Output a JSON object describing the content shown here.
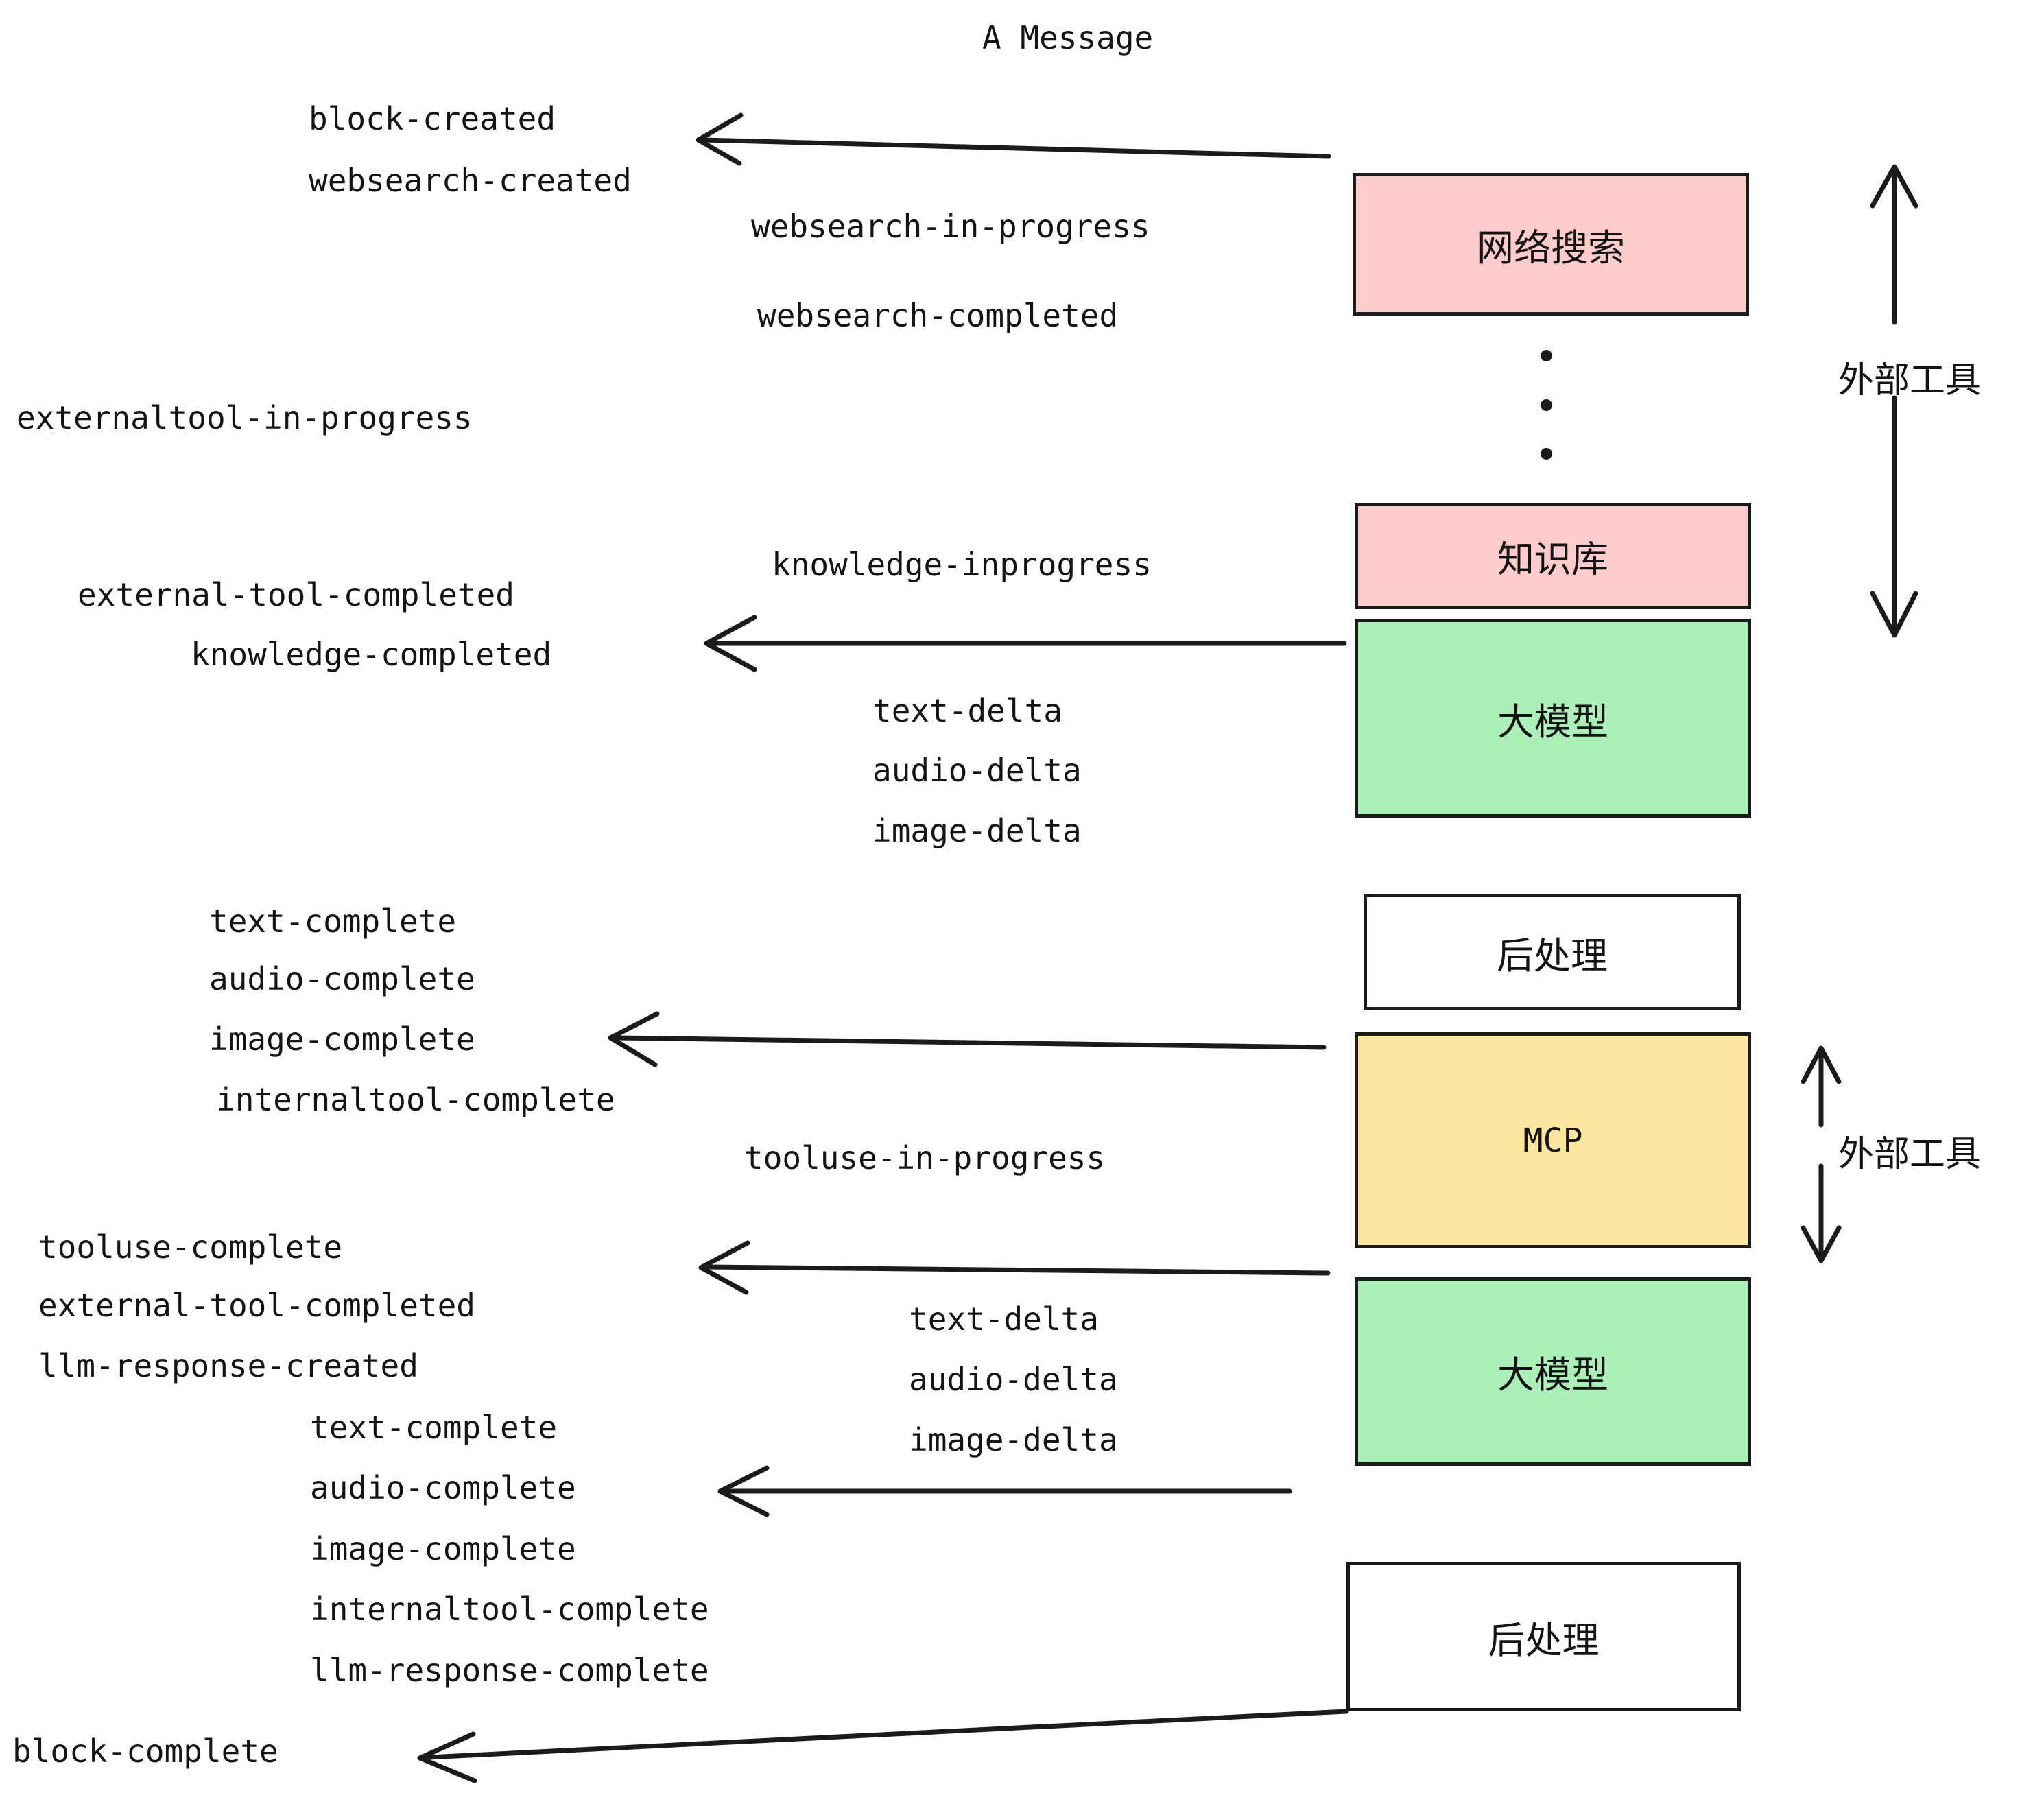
{
  "diagram": {
    "title": "A Message",
    "type": "sequence-flow",
    "background": "#ffffff",
    "stroke": "#1b1b1b",
    "colors": {
      "external_tool_fill": "#ffcccc",
      "llm_fill": "#abeeb8",
      "mcp_fill": "#fae69e",
      "postprocess_fill": "#ffffff",
      "line": "#1b1b1b",
      "text": "#141414"
    }
  },
  "nodes": [
    {
      "id": "websearch",
      "label": "网络搜索",
      "fill": "#ffcccc",
      "kind": "external-tool"
    },
    {
      "id": "knowledgebase",
      "label": "知识库",
      "fill": "#ffcccc",
      "kind": "external-tool"
    },
    {
      "id": "llm1",
      "label": "大模型",
      "fill": "#abeeb8",
      "kind": "llm"
    },
    {
      "id": "postprocess1",
      "label": "后处理",
      "fill": "#ffffff",
      "kind": "post-process"
    },
    {
      "id": "mcp",
      "label": "MCP",
      "fill": "#fae69e",
      "kind": "external-tool"
    },
    {
      "id": "llm2",
      "label": "大模型",
      "fill": "#abeeb8",
      "kind": "llm"
    },
    {
      "id": "postprocess2",
      "label": "后处理",
      "fill": "#ffffff",
      "kind": "post-process"
    }
  ],
  "group_labels": [
    {
      "id": "group-top",
      "label": "外部工具"
    },
    {
      "id": "group-bottom",
      "label": "外部工具"
    }
  ],
  "events": [
    {
      "id": "ev-block-created",
      "text": "block-created"
    },
    {
      "id": "ev-websearch-created",
      "text": "websearch-created"
    },
    {
      "id": "ev-websearch-in-progress",
      "text": "websearch-in-progress"
    },
    {
      "id": "ev-websearch-completed",
      "text": "websearch-completed"
    },
    {
      "id": "ev-externaltool-in-progress",
      "text": "externaltool-in-progress"
    },
    {
      "id": "ev-knowledge-inprogress",
      "text": "knowledge-inprogress"
    },
    {
      "id": "ev-external-tool-completed-1",
      "text": "external-tool-completed"
    },
    {
      "id": "ev-knowledge-completed",
      "text": "knowledge-completed"
    },
    {
      "id": "ev-text-delta-1",
      "text": "text-delta"
    },
    {
      "id": "ev-audio-delta-1",
      "text": "audio-delta"
    },
    {
      "id": "ev-image-delta-1",
      "text": "image-delta"
    },
    {
      "id": "ev-text-complete-1",
      "text": "text-complete"
    },
    {
      "id": "ev-audio-complete-1",
      "text": "audio-complete"
    },
    {
      "id": "ev-image-complete-1",
      "text": "image-complete"
    },
    {
      "id": "ev-internaltool-complete-1",
      "text": "internaltool-complete"
    },
    {
      "id": "ev-tooluse-in-progress",
      "text": "tooluse-in-progress"
    },
    {
      "id": "ev-tooluse-complete",
      "text": "tooluse-complete"
    },
    {
      "id": "ev-external-tool-completed-2",
      "text": "external-tool-completed"
    },
    {
      "id": "ev-llm-response-created",
      "text": "llm-response-created"
    },
    {
      "id": "ev-text-delta-2",
      "text": "text-delta"
    },
    {
      "id": "ev-audio-delta-2",
      "text": "audio-delta"
    },
    {
      "id": "ev-image-delta-2",
      "text": "image-delta"
    },
    {
      "id": "ev-text-complete-2",
      "text": "text-complete"
    },
    {
      "id": "ev-audio-complete-2",
      "text": "audio-complete"
    },
    {
      "id": "ev-image-complete-2",
      "text": "image-complete"
    },
    {
      "id": "ev-internaltool-complete-2",
      "text": "internaltool-complete"
    },
    {
      "id": "ev-llm-response-complete",
      "text": "llm-response-complete"
    },
    {
      "id": "ev-block-complete",
      "text": "block-complete"
    }
  ]
}
